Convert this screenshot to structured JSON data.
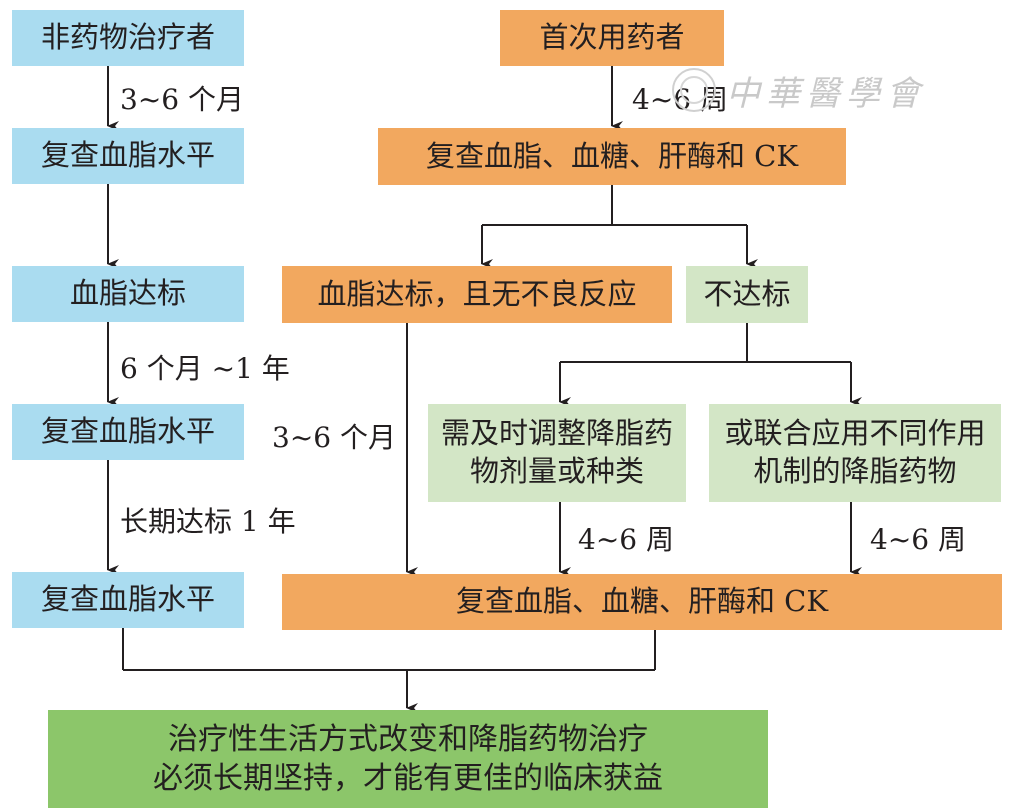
{
  "left": {
    "start": "非药物治疗者",
    "interval1": "3~6 个月",
    "check1": "复查血脂水平",
    "target": "血脂达标",
    "interval2": "6 个月 ~1 年",
    "check2": "复查血脂水平",
    "interval3": "长期达标 1 年",
    "check3": "复查血脂水平"
  },
  "right": {
    "start": "首次用药者",
    "interval1": "4~6 周",
    "check1": "复查血脂、血糖、肝酶和 CK",
    "ok": "血脂达标，且无不良反应",
    "notok": "不达标",
    "ok_interval": "3~6 个月",
    "adjust": "需及时调整降脂药物剂量或种类",
    "combine": "或联合应用不同作用机制的降脂药物",
    "interval_adjust": "4~6 周",
    "interval_combine": "4~6 周",
    "check2": "复查血脂、血糖、肝酶和 CK"
  },
  "final": {
    "line1": "治疗性生活方式改变和降脂药物治疗",
    "line2": "必须长期坚持，才能有更佳的临床获益"
  },
  "watermark": "中華醫學會",
  "colors": {
    "blue": "#aadcf0",
    "orange": "#f2a85f",
    "light_green": "#d3e6c6",
    "green": "#8cc66a",
    "line": "#231f20"
  }
}
